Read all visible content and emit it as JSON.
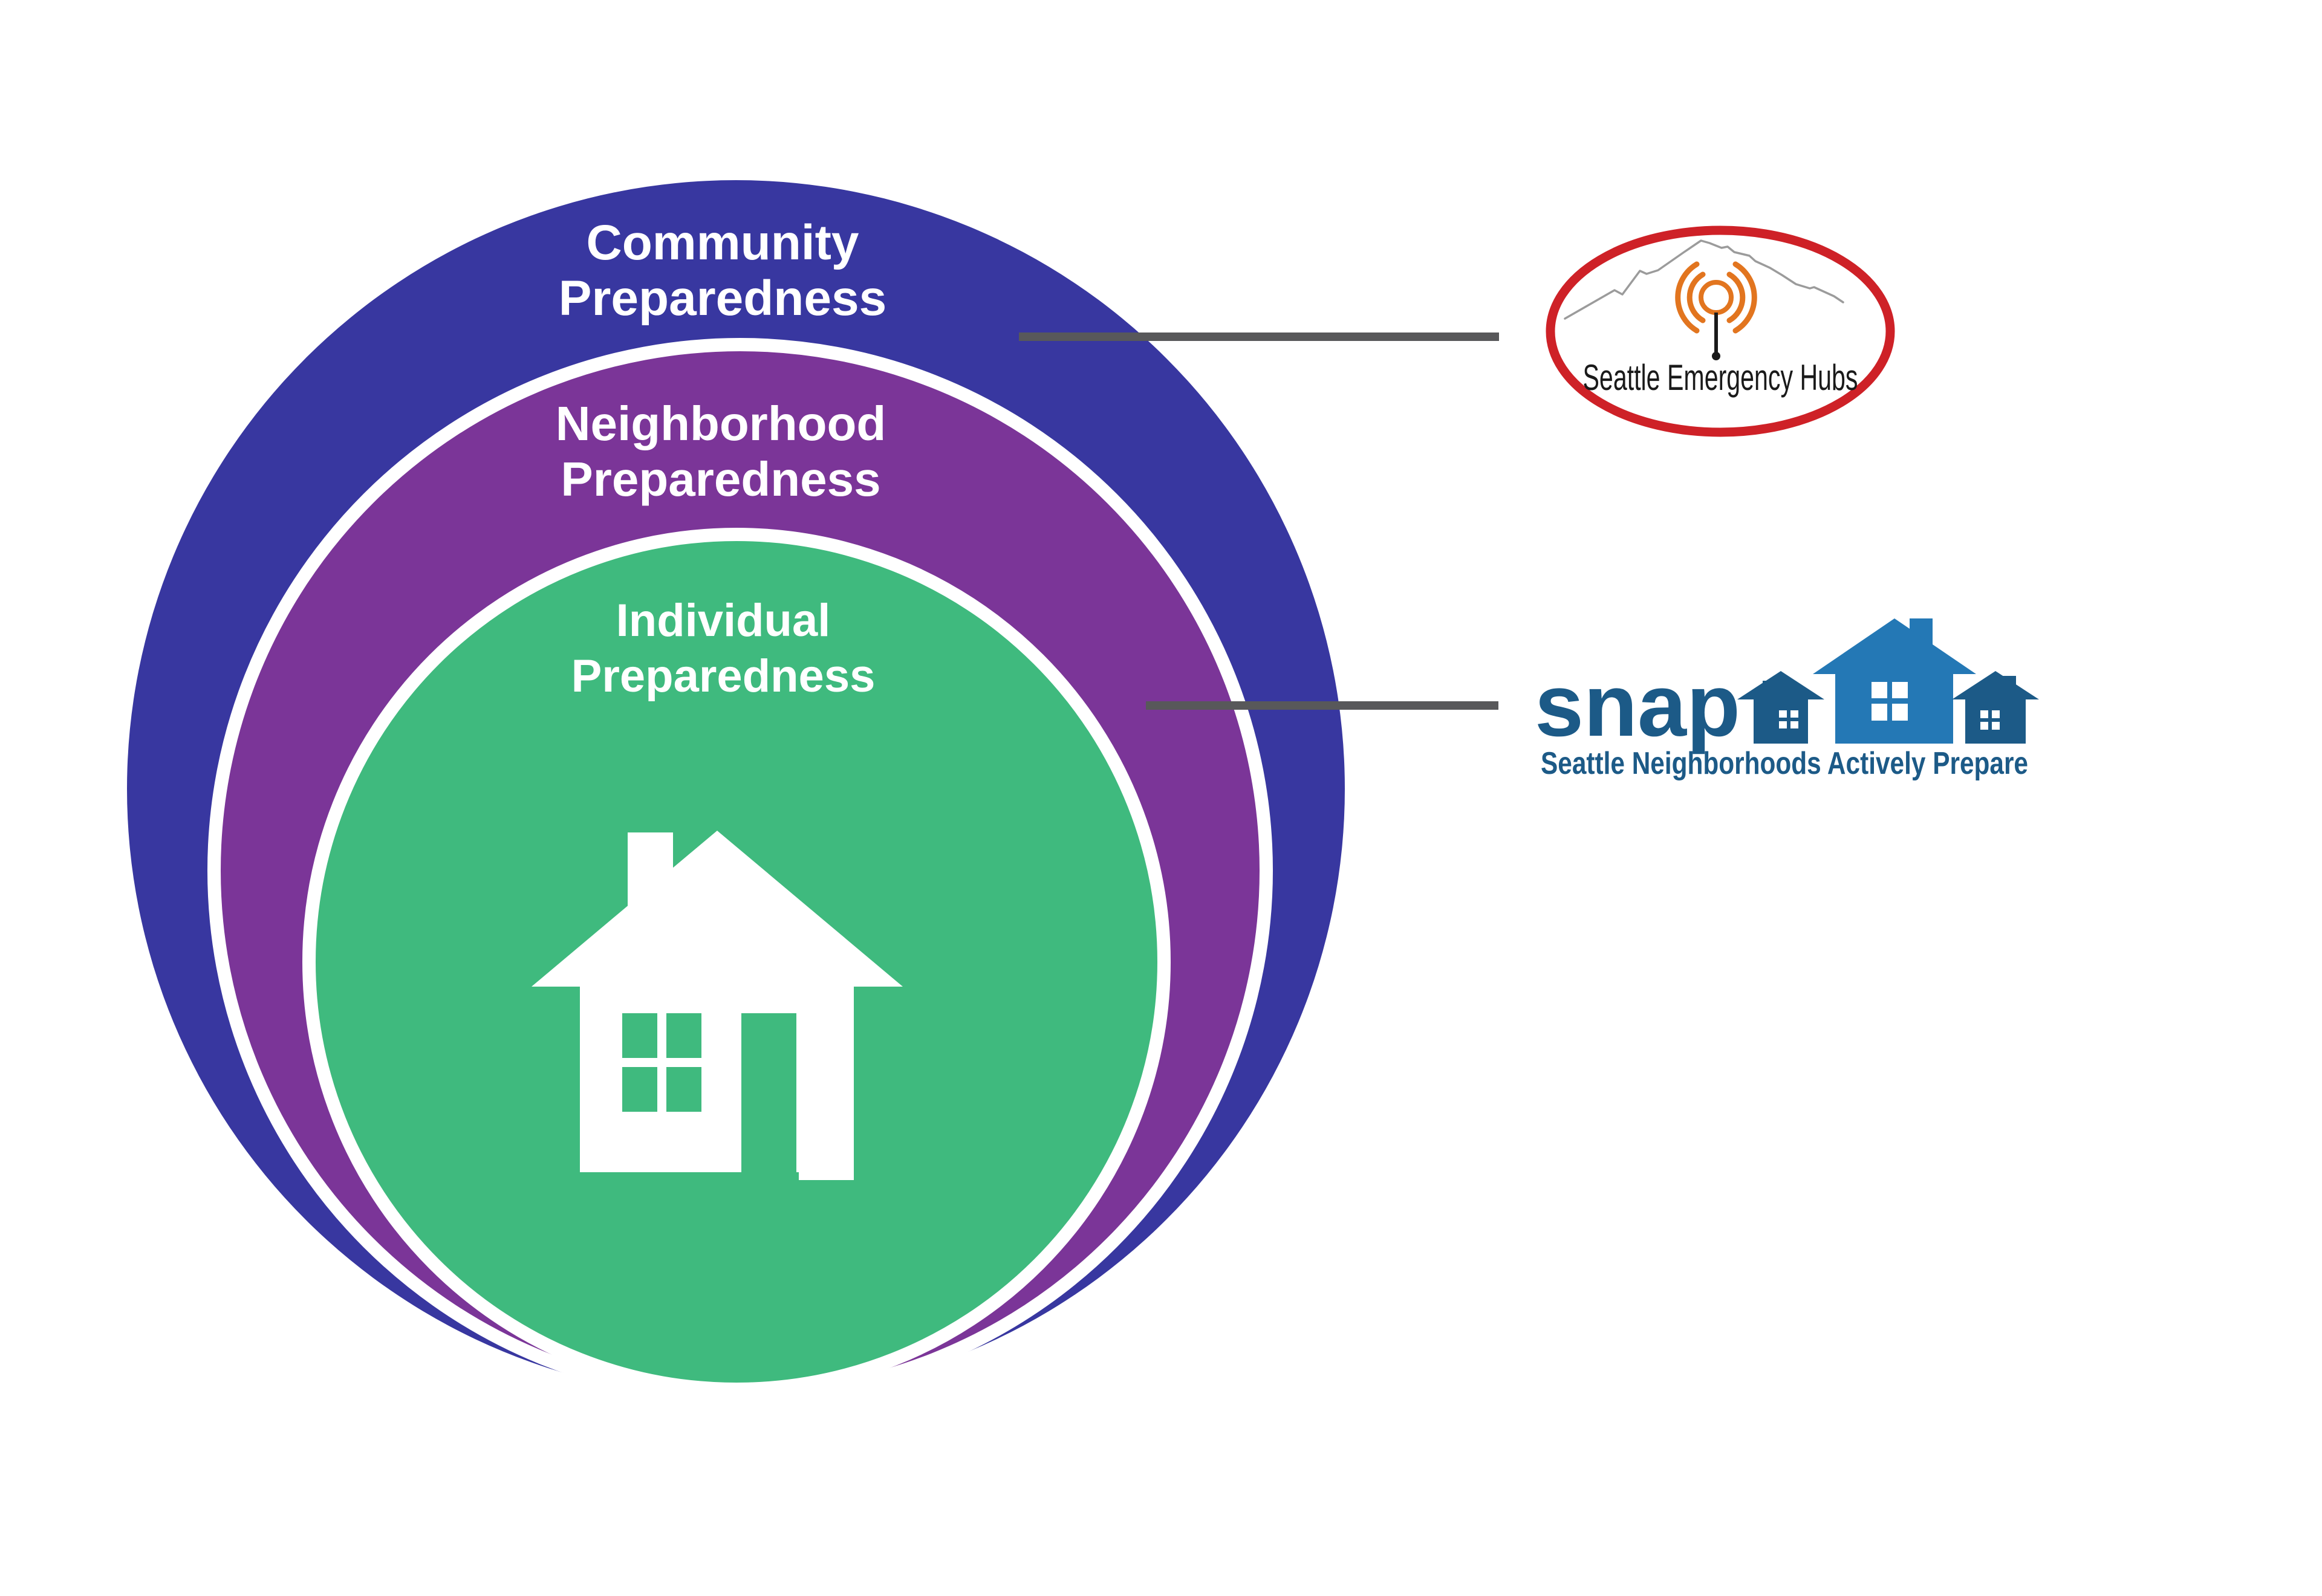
{
  "page": {
    "background": "#FFFFFF"
  },
  "diagram": {
    "rings": [
      {
        "label": [
          "Community",
          "Preparedness"
        ],
        "color": "#3837A0"
      },
      {
        "label": [
          "Neighborhood",
          "Preparedness"
        ],
        "color": "#7B3598"
      },
      {
        "label": [
          "Individual",
          "Preparedness"
        ],
        "color": "#3FBA7E"
      }
    ],
    "label_color": "#FFFFFF",
    "house_icon": "house-icon",
    "house_color": "#FFFFFF",
    "connector_color": "#58585A"
  },
  "callouts": {
    "hubs": {
      "name": "Seattle Emergency Hubs",
      "ring_color": "#CE2127",
      "fill_color": "#FFFFFF",
      "signal_icon": "radio-signal-icon",
      "signal_color": "#E2751F",
      "mountain_icon": "mountain-ridge-icon",
      "mountain_color": "#9B9B9B",
      "antenna_color": "#1A1A1A",
      "text_color": "#1A1A1A"
    },
    "snap": {
      "wordmark": "snap",
      "subtitle": "Seattle Neighborhoods Actively Prepare",
      "houses_icon": "houses-icon",
      "dark_blue": "#1C5A87",
      "light_blue": "#2478B5",
      "window_color": "#FFFFFF"
    }
  }
}
